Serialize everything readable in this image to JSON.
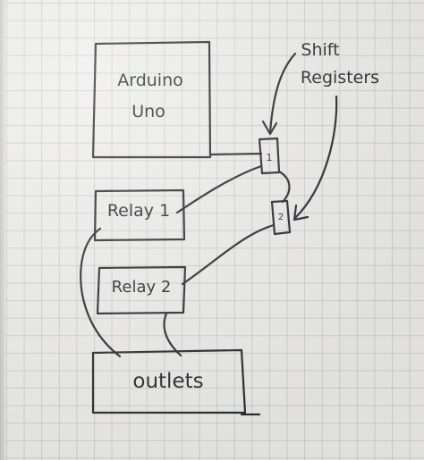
{
  "diagram": {
    "arduino": {
      "line1": "Arduino",
      "line2": "Uno"
    },
    "relay1": {
      "label": "Relay 1"
    },
    "relay2": {
      "label": "Relay 2"
    },
    "outlets": {
      "label": "outlets"
    },
    "shift_registers": {
      "line1": "Shift",
      "line2": "Registers",
      "chip1": "1",
      "chip2": "2"
    },
    "ink_color": "#2b2b33",
    "grid_color": "#78aa96"
  }
}
